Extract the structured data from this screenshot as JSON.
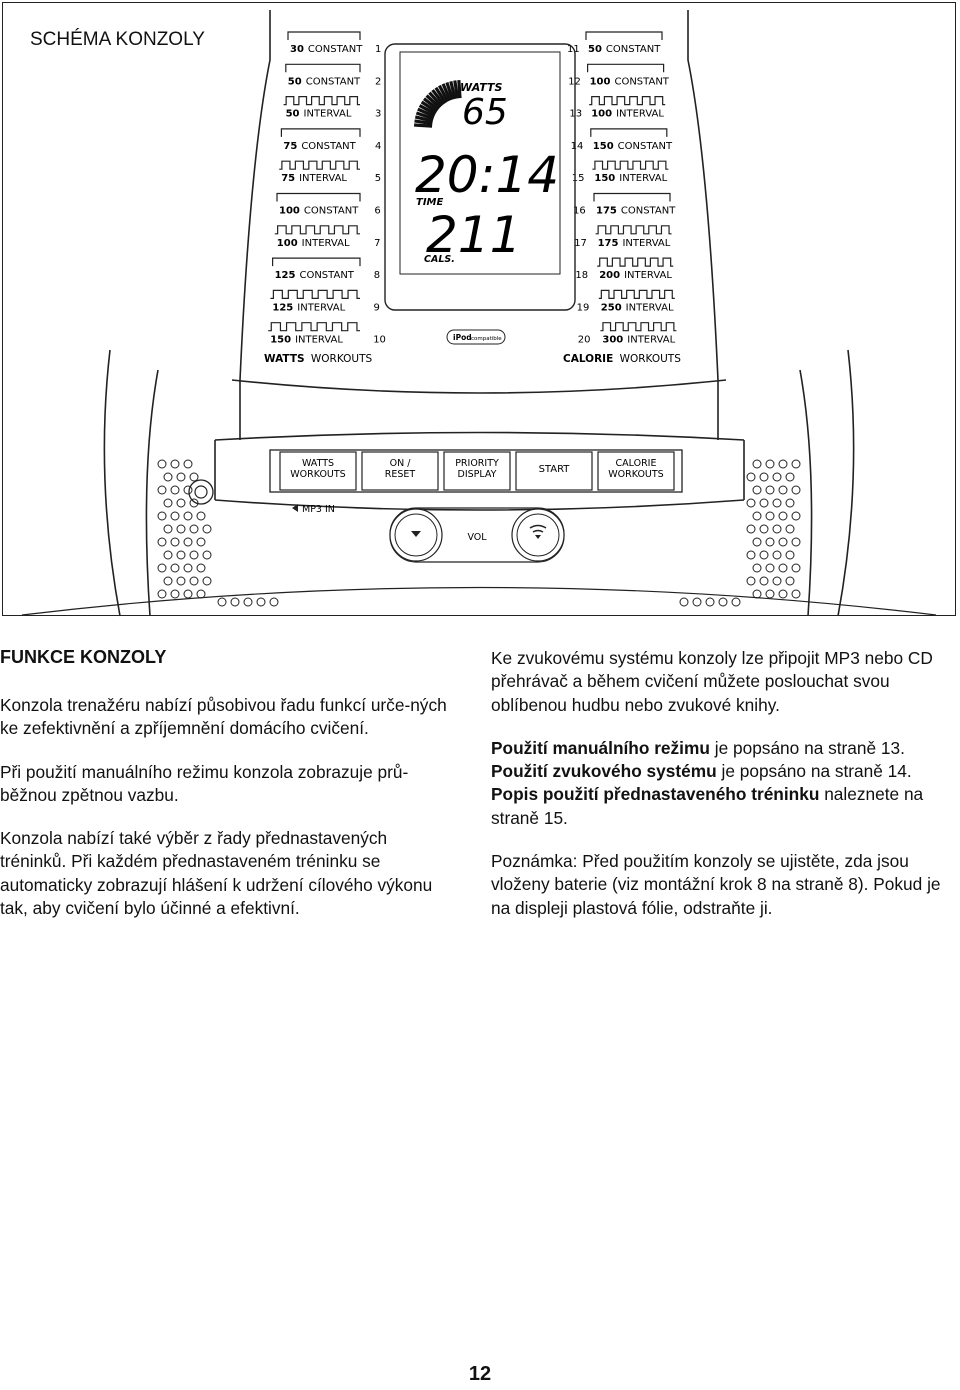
{
  "schema_title": "SCHÉMA KONZOLY",
  "console": {
    "watts_workouts": [
      {
        "num": "1",
        "value": "30",
        "mode": "CONSTANT"
      },
      {
        "num": "2",
        "value": "50",
        "mode": "CONSTANT"
      },
      {
        "num": "3",
        "value": "50",
        "mode": "INTERVAL"
      },
      {
        "num": "4",
        "value": "75",
        "mode": "CONSTANT"
      },
      {
        "num": "5",
        "value": "75",
        "mode": "INTERVAL"
      },
      {
        "num": "6",
        "value": "100",
        "mode": "CONSTANT"
      },
      {
        "num": "7",
        "value": "100",
        "mode": "INTERVAL"
      },
      {
        "num": "8",
        "value": "125",
        "mode": "CONSTANT"
      },
      {
        "num": "9",
        "value": "125",
        "mode": "INTERVAL"
      },
      {
        "num": "10",
        "value": "150",
        "mode": "INTERVAL"
      }
    ],
    "calorie_workouts": [
      {
        "num": "11",
        "value": "50",
        "mode": "CONSTANT"
      },
      {
        "num": "12",
        "value": "100",
        "mode": "CONSTANT"
      },
      {
        "num": "13",
        "value": "100",
        "mode": "INTERVAL"
      },
      {
        "num": "14",
        "value": "150",
        "mode": "CONSTANT"
      },
      {
        "num": "15",
        "value": "150",
        "mode": "INTERVAL"
      },
      {
        "num": "16",
        "value": "175",
        "mode": "CONSTANT"
      },
      {
        "num": "17",
        "value": "175",
        "mode": "INTERVAL"
      },
      {
        "num": "18",
        "value": "200",
        "mode": "INTERVAL"
      },
      {
        "num": "19",
        "value": "250",
        "mode": "INTERVAL"
      },
      {
        "num": "20",
        "value": "300",
        "mode": "INTERVAL"
      }
    ],
    "watts_workouts_label": {
      "bold": "WATTS",
      "rest": "WORKOUTS"
    },
    "calorie_workouts_label": {
      "bold": "CALORIE",
      "rest": "WORKOUTS"
    },
    "display": {
      "watts_label": "WATTS",
      "watts_value": "65",
      "time_value": "20:14",
      "time_label": "TIME",
      "cals_value": "211",
      "cals_label": "CALS."
    },
    "ipod_badge": {
      "brand": "iPod",
      "text": "compatible"
    },
    "buttons": {
      "watts_workouts": [
        "WATTS",
        "WORKOUTS"
      ],
      "on_reset": [
        "ON /",
        "RESET"
      ],
      "priority_display": [
        "PRIORITY",
        "DISPLAY"
      ],
      "start": "START",
      "calorie_workouts": [
        "CALORIE",
        "WORKOUTS"
      ]
    },
    "mp3_in": "MP3 IN",
    "vol": "VOL"
  },
  "section_heading": "FUNKCE KONZOLY",
  "left_paragraphs": [
    "Konzola trenažéru nabízí působivou řadu funkcí urče-ných ke zefektivnění a zpříjemnění domácího cvičení.",
    "Při použití manuálního režimu konzola zobrazuje prů-běžnou zpětnou vazbu.",
    "Konzola nabízí také výběr z řady přednastavených tréninků. Při každém přednastaveném tréninku se automaticky zobrazují hlášení k udržení cílového výkonu tak, aby cvičení bylo účinné a efektivní."
  ],
  "right_paragraph_1": "Ke zvukovému systému konzoly lze připojit MP3 nebo CD přehrávač a během cvičení můžete poslouchat svou oblíbenou hudbu nebo zvukové knihy.",
  "references": [
    {
      "bold": "Použití manuálního režimu",
      "rest": " je popsáno na straně 13."
    },
    {
      "bold": "Použití zvukového systému",
      "rest": " je popsáno na straně 14."
    },
    {
      "bold": "Popis použití přednastaveného tréninku",
      "rest": " naleznete na straně 15."
    }
  ],
  "note": "Poznámka: Před použitím konzoly se ujistěte, zda jsou vloženy baterie (viz montážní krok 8 na straně 8). Pokud je na displeji plastová fólie, odstraňte ji.",
  "page_number": "12"
}
